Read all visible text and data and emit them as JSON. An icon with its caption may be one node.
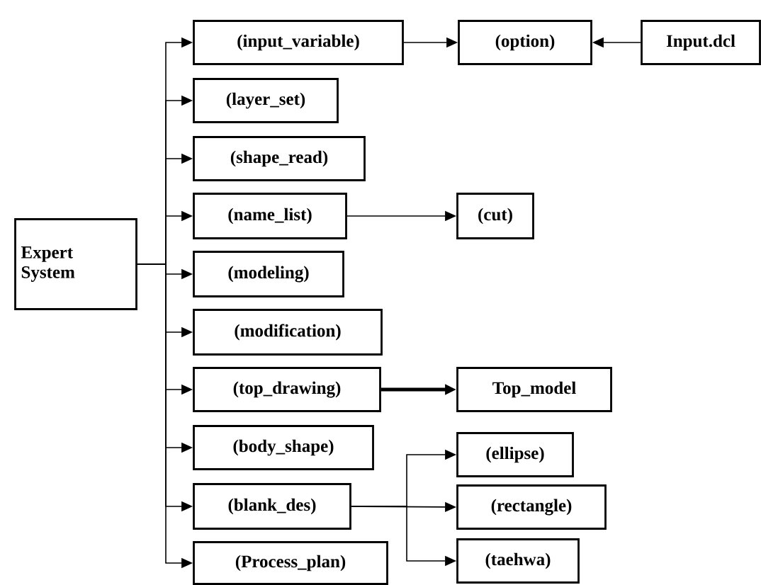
{
  "diagram": {
    "nodes": [
      {
        "text": [
          "Expert System"
        ]
      },
      {
        "text": [
          "(input_variable)"
        ]
      },
      {
        "text": [
          "(layer_set)"
        ]
      },
      {
        "text": [
          "(shape_read)"
        ]
      },
      {
        "text": [
          "(name_list)"
        ]
      },
      {
        "text": [
          "(modeling)"
        ]
      },
      {
        "text": [
          "(modification)"
        ]
      },
      {
        "text": [
          "(top_drawing)"
        ]
      },
      {
        "text": [
          "(body_shape)"
        ]
      },
      {
        "text": [
          "(blank_des)"
        ]
      },
      {
        "text": [
          "(Process_plan)"
        ]
      },
      {
        "text": [
          "(option)"
        ]
      },
      {
        "text": [
          "Input.dcl"
        ]
      },
      {
        "text": [
          "(cut)"
        ]
      },
      {
        "text": [
          "Top_model"
        ]
      },
      {
        "text": [
          "(ellipse)"
        ]
      },
      {
        "text": [
          "(rectangle)"
        ]
      },
      {
        "text": [
          "(taehwa)"
        ]
      }
    ],
    "edges": [
      {
        "from": 0,
        "to": 1,
        "arrow": "to"
      },
      {
        "from": 0,
        "to": 2,
        "arrow": "to"
      },
      {
        "from": 0,
        "to": 3,
        "arrow": "to"
      },
      {
        "from": 0,
        "to": 4,
        "arrow": "to"
      },
      {
        "from": 0,
        "to": 5,
        "arrow": "to"
      },
      {
        "from": 0,
        "to": 6,
        "arrow": "to"
      },
      {
        "from": 0,
        "to": 7,
        "arrow": "to"
      },
      {
        "from": 0,
        "to": 8,
        "arrow": "to"
      },
      {
        "from": 0,
        "to": 9,
        "arrow": "to"
      },
      {
        "from": 0,
        "to": 10,
        "arrow": "to"
      },
      {
        "from": 1,
        "to": 11,
        "arrow": "to"
      },
      {
        "from": 12,
        "to": 11,
        "arrow": "to"
      },
      {
        "from": 4,
        "to": 13,
        "arrow": "to"
      },
      {
        "from": 7,
        "to": 14,
        "arrow": "to",
        "style": "thick"
      },
      {
        "from": 9,
        "to": 15,
        "arrow": "to"
      },
      {
        "from": 9,
        "to": 16,
        "arrow": "to"
      },
      {
        "from": 9,
        "to": 17,
        "arrow": "to"
      }
    ]
  }
}
